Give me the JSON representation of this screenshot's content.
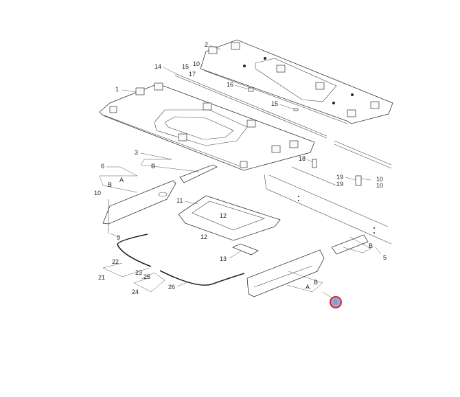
{
  "diagram": {
    "labels": [
      "2",
      "10",
      "15",
      "17",
      "14",
      "16",
      "15",
      "1",
      "3",
      "B",
      "6",
      "A",
      "B",
      "10",
      "18",
      "19",
      "19",
      "10",
      "10",
      "11",
      "12",
      "12",
      "9",
      "13",
      "22",
      "21",
      "23",
      "25",
      "24",
      "26",
      "B",
      "5",
      "B",
      "A"
    ],
    "highlighted_callout": "8",
    "highlight_color": "#d9202a",
    "highlight_fill": "#9aa8d8"
  }
}
